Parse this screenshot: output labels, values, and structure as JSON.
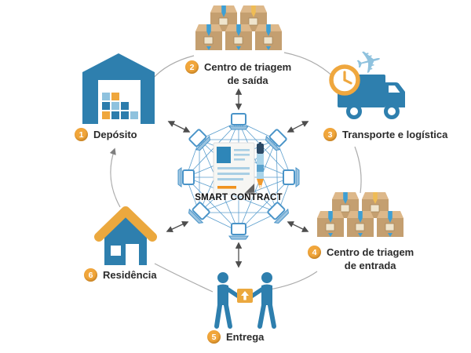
{
  "center": {
    "label": "SMART CONTRACT"
  },
  "stages": [
    {
      "number": "1",
      "label": "Depósito",
      "icon": "warehouse-icon"
    },
    {
      "number": "2",
      "label": "Centro de triagem",
      "label2": "de saída",
      "icon": "outbound-boxes-icon"
    },
    {
      "number": "3",
      "label": "Transporte e logística",
      "icon": "truck-plane-clock-icon"
    },
    {
      "number": "4",
      "label": "Centro de triagem",
      "label2": "de entrada",
      "icon": "inbound-boxes-icon"
    },
    {
      "number": "5",
      "label": "Entrega",
      "icon": "package-handoff-icon"
    },
    {
      "number": "6",
      "label": "Residência",
      "icon": "house-icon"
    }
  ],
  "colors": {
    "primary_blue": "#2E7FAE",
    "light_blue": "#8FC2DE",
    "mesh_blue": "#4A94C8",
    "orange": "#EFA73E",
    "box_tan": "#C49F70",
    "arc_gray": "#ABABAB",
    "arrow_gray": "#4D4D4D"
  }
}
